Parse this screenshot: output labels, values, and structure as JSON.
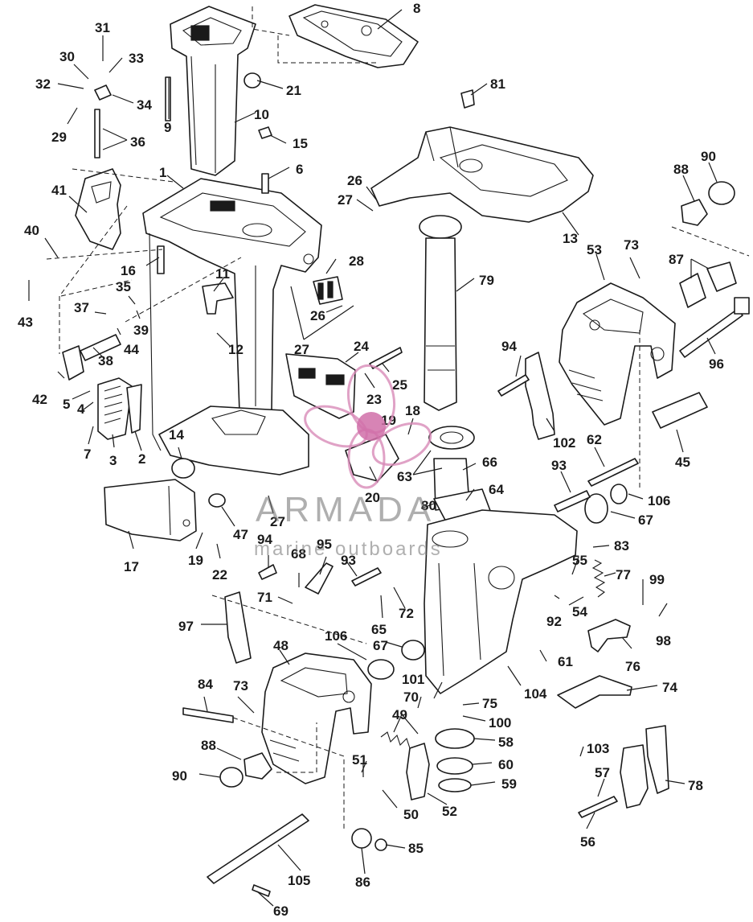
{
  "diagram": {
    "callouts": [
      {
        "id": "c1",
        "label": "1"
      },
      {
        "id": "c2",
        "label": "2"
      },
      {
        "id": "c3",
        "label": "3"
      },
      {
        "id": "c4",
        "label": "4"
      },
      {
        "id": "c5",
        "label": "5"
      },
      {
        "id": "c6",
        "label": "6"
      },
      {
        "id": "c7",
        "label": "7"
      },
      {
        "id": "c8",
        "label": "8"
      },
      {
        "id": "c9",
        "label": "9"
      },
      {
        "id": "c10",
        "label": "10"
      },
      {
        "id": "c11",
        "label": "11"
      },
      {
        "id": "c12",
        "label": "12"
      },
      {
        "id": "c13",
        "label": "13"
      },
      {
        "id": "c14",
        "label": "14"
      },
      {
        "id": "c15",
        "label": "15"
      },
      {
        "id": "c16",
        "label": "16"
      },
      {
        "id": "c17",
        "label": "17"
      },
      {
        "id": "c18",
        "label": "18"
      },
      {
        "id": "c19a",
        "label": "19"
      },
      {
        "id": "c19b",
        "label": "19"
      },
      {
        "id": "c20",
        "label": "20"
      },
      {
        "id": "c21",
        "label": "21"
      },
      {
        "id": "c22",
        "label": "22"
      },
      {
        "id": "c23",
        "label": "23"
      },
      {
        "id": "c24",
        "label": "24"
      },
      {
        "id": "c25",
        "label": "25"
      },
      {
        "id": "c26a",
        "label": "26"
      },
      {
        "id": "c26b",
        "label": "26"
      },
      {
        "id": "c27a",
        "label": "27"
      },
      {
        "id": "c27b",
        "label": "27"
      },
      {
        "id": "c27c",
        "label": "27"
      },
      {
        "id": "c28",
        "label": "28"
      },
      {
        "id": "c29",
        "label": "29"
      },
      {
        "id": "c30",
        "label": "30"
      },
      {
        "id": "c31",
        "label": "31"
      },
      {
        "id": "c32",
        "label": "32"
      },
      {
        "id": "c33",
        "label": "33"
      },
      {
        "id": "c34",
        "label": "34"
      },
      {
        "id": "c35",
        "label": "35"
      },
      {
        "id": "c36",
        "label": "36"
      },
      {
        "id": "c37",
        "label": "37"
      },
      {
        "id": "c38",
        "label": "38"
      },
      {
        "id": "c39",
        "label": "39"
      },
      {
        "id": "c40",
        "label": "40"
      },
      {
        "id": "c41",
        "label": "41"
      },
      {
        "id": "c42",
        "label": "42"
      },
      {
        "id": "c43",
        "label": "43"
      },
      {
        "id": "c44",
        "label": "44"
      },
      {
        "id": "c45",
        "label": "45"
      },
      {
        "id": "c47",
        "label": "47"
      },
      {
        "id": "c48",
        "label": "48"
      },
      {
        "id": "c49",
        "label": "49"
      },
      {
        "id": "c50",
        "label": "50"
      },
      {
        "id": "c51",
        "label": "51"
      },
      {
        "id": "c52",
        "label": "52"
      },
      {
        "id": "c53",
        "label": "53"
      },
      {
        "id": "c54",
        "label": "54"
      },
      {
        "id": "c55",
        "label": "55"
      },
      {
        "id": "c56",
        "label": "56"
      },
      {
        "id": "c57",
        "label": "57"
      },
      {
        "id": "c58",
        "label": "58"
      },
      {
        "id": "c59",
        "label": "59"
      },
      {
        "id": "c60",
        "label": "60"
      },
      {
        "id": "c61",
        "label": "61"
      },
      {
        "id": "c62",
        "label": "62"
      },
      {
        "id": "c63",
        "label": "63"
      },
      {
        "id": "c64",
        "label": "64"
      },
      {
        "id": "c65",
        "label": "65"
      },
      {
        "id": "c66",
        "label": "66"
      },
      {
        "id": "c67a",
        "label": "67"
      },
      {
        "id": "c67b",
        "label": "67"
      },
      {
        "id": "c68",
        "label": "68"
      },
      {
        "id": "c69",
        "label": "69"
      },
      {
        "id": "c70",
        "label": "70"
      },
      {
        "id": "c71",
        "label": "71"
      },
      {
        "id": "c72",
        "label": "72"
      },
      {
        "id": "c73a",
        "label": "73"
      },
      {
        "id": "c73b",
        "label": "73"
      },
      {
        "id": "c74",
        "label": "74"
      },
      {
        "id": "c75",
        "label": "75"
      },
      {
        "id": "c76",
        "label": "76"
      },
      {
        "id": "c77",
        "label": "77"
      },
      {
        "id": "c78",
        "label": "78"
      },
      {
        "id": "c79",
        "label": "79"
      },
      {
        "id": "c80",
        "label": "80"
      },
      {
        "id": "c81",
        "label": "81"
      },
      {
        "id": "c83",
        "label": "83"
      },
      {
        "id": "c84",
        "label": "84"
      },
      {
        "id": "c85",
        "label": "85"
      },
      {
        "id": "c86",
        "label": "86"
      },
      {
        "id": "c87",
        "label": "87"
      },
      {
        "id": "c88a",
        "label": "88"
      },
      {
        "id": "c88b",
        "label": "88"
      },
      {
        "id": "c90a",
        "label": "90"
      },
      {
        "id": "c90b",
        "label": "90"
      },
      {
        "id": "c92",
        "label": "92"
      },
      {
        "id": "c93a",
        "label": "93"
      },
      {
        "id": "c93b",
        "label": "93"
      },
      {
        "id": "c94a",
        "label": "94"
      },
      {
        "id": "c94b",
        "label": "94"
      },
      {
        "id": "c95",
        "label": "95"
      },
      {
        "id": "c96",
        "label": "96"
      },
      {
        "id": "c97",
        "label": "97"
      },
      {
        "id": "c98",
        "label": "98"
      },
      {
        "id": "c99",
        "label": "99"
      },
      {
        "id": "c100",
        "label": "100"
      },
      {
        "id": "c101",
        "label": "101"
      },
      {
        "id": "c102",
        "label": "102"
      },
      {
        "id": "c103",
        "label": "103"
      },
      {
        "id": "c104",
        "label": "104"
      },
      {
        "id": "c105",
        "label": "105"
      },
      {
        "id": "c106a",
        "label": "106"
      },
      {
        "id": "c106b",
        "label": "106"
      }
    ]
  },
  "watermark": {
    "brand": "ARMADA",
    "tagline": "marine outboards",
    "brand_color": "#d06ea8",
    "text_color": "#6f6f6f"
  }
}
